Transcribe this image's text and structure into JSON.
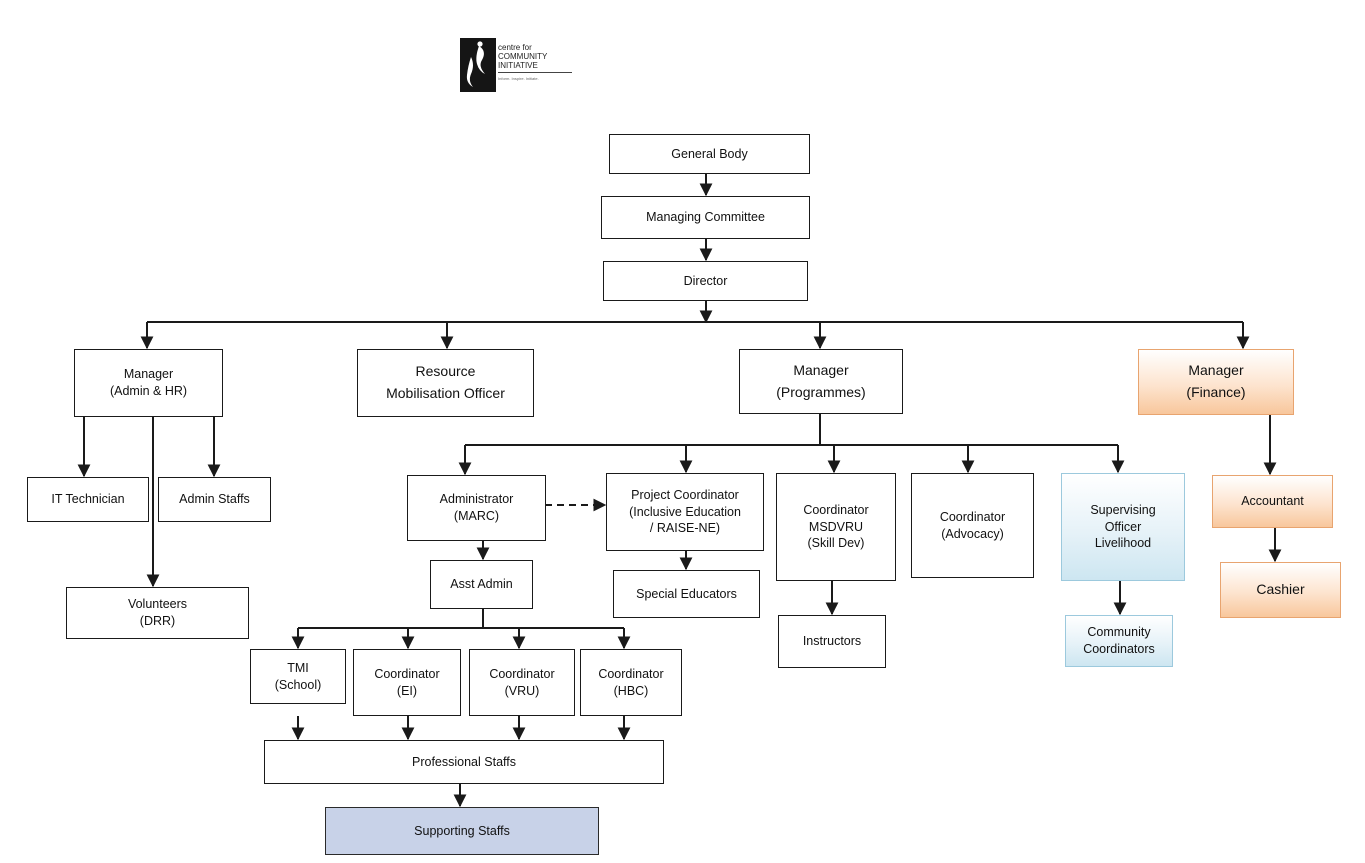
{
  "logo": {
    "line1": "centre for",
    "line2": "COMMUNITY",
    "line3": "INITIATIVE",
    "tagline": "Inform. Inspire. Initiate."
  },
  "nodes": {
    "general_body": "General Body",
    "managing_committee": "Managing Committee",
    "director": "Director",
    "manager_admin_hr": "Manager\n(Admin & HR)",
    "resource_mobilisation": "Resource\nMobilisation Officer",
    "manager_programmes": "Manager\n(Programmes)",
    "manager_finance": "Manager\n(Finance)",
    "it_technician": "IT Technician",
    "admin_staffs": "Admin Staffs",
    "volunteers": "Volunteers\n(DRR)",
    "administrator_marc": "Administrator\n(MARC)",
    "project_coordinator": "Project Coordinator\n(Inclusive Education\n/ RAISE-NE)",
    "coordinator_msdvru": "Coordinator\nMSDVRU\n(Skill Dev)",
    "coordinator_advocacy": "Coordinator\n(Advocacy)",
    "supervising_officer": "Supervising\nOfficer\nLivelihood",
    "accountant": "Accountant",
    "cashier": "Cashier",
    "asst_admin": "Asst Admin",
    "special_educators": "Special Educators",
    "instructors": "Instructors",
    "community_coordinators": "Community\nCoordinators",
    "tmi_school": "TMI\n(School)",
    "coordinator_ei": "Coordinator\n(EI)",
    "coordinator_vru": "Coordinator\n(VRU)",
    "coordinator_hbc": "Coordinator\n(HBC)",
    "professional_staffs": "Professional Staffs",
    "supporting_staffs": "Supporting Staffs"
  },
  "colors": {
    "line": "#1a1a1a",
    "finance_fill": "#f8c79c",
    "livelihood_fill": "#cde6f1",
    "supporting_fill": "#c8d2e8"
  }
}
